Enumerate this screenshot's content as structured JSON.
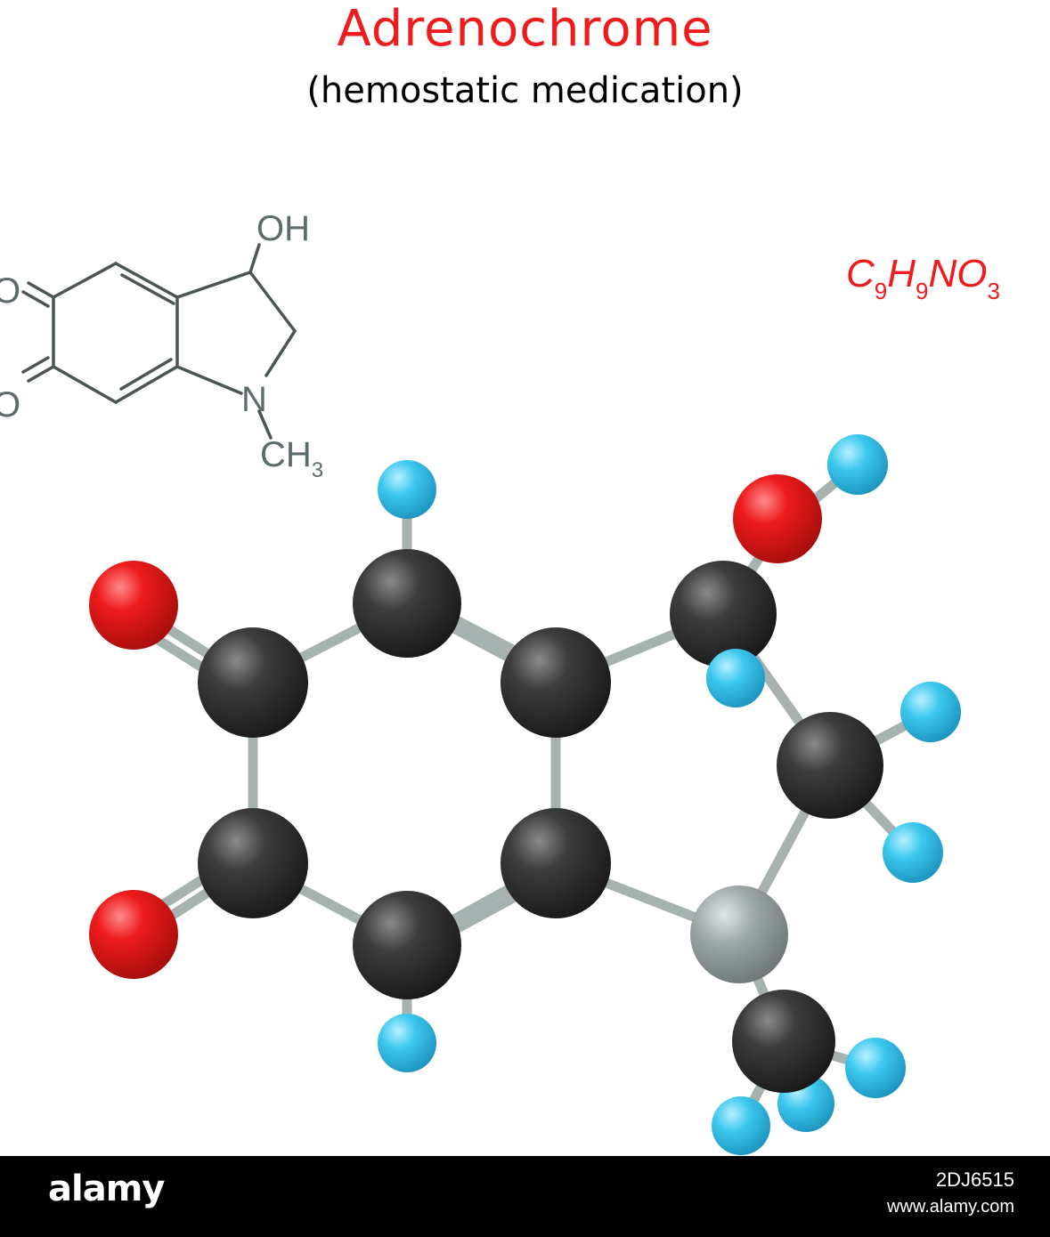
{
  "title": "Adrenochrome",
  "subtitle": "(hemostatic medication)",
  "formula": {
    "C": "C",
    "c_count": "9",
    "H": "H",
    "h_count": "9",
    "N": "N",
    "O": "O",
    "o_count": "3"
  },
  "skeletal_labels": {
    "oh": "OH",
    "o_top": "O",
    "o_bottom": "O",
    "n": "N",
    "ch": "CH",
    "ch_sub": "3"
  },
  "footer": {
    "logo": "alamy",
    "image_id": "2DJ6515",
    "url": "www.alamy.com"
  },
  "colors": {
    "title": "#ee1c1c",
    "skeletal": "#5c6b6b",
    "carbon": "#333333",
    "oxygen": "#e8151b",
    "hydrogen": "#35c5ec",
    "nitrogen": "#9aa4a4",
    "bond": "#a9b6b4"
  }
}
